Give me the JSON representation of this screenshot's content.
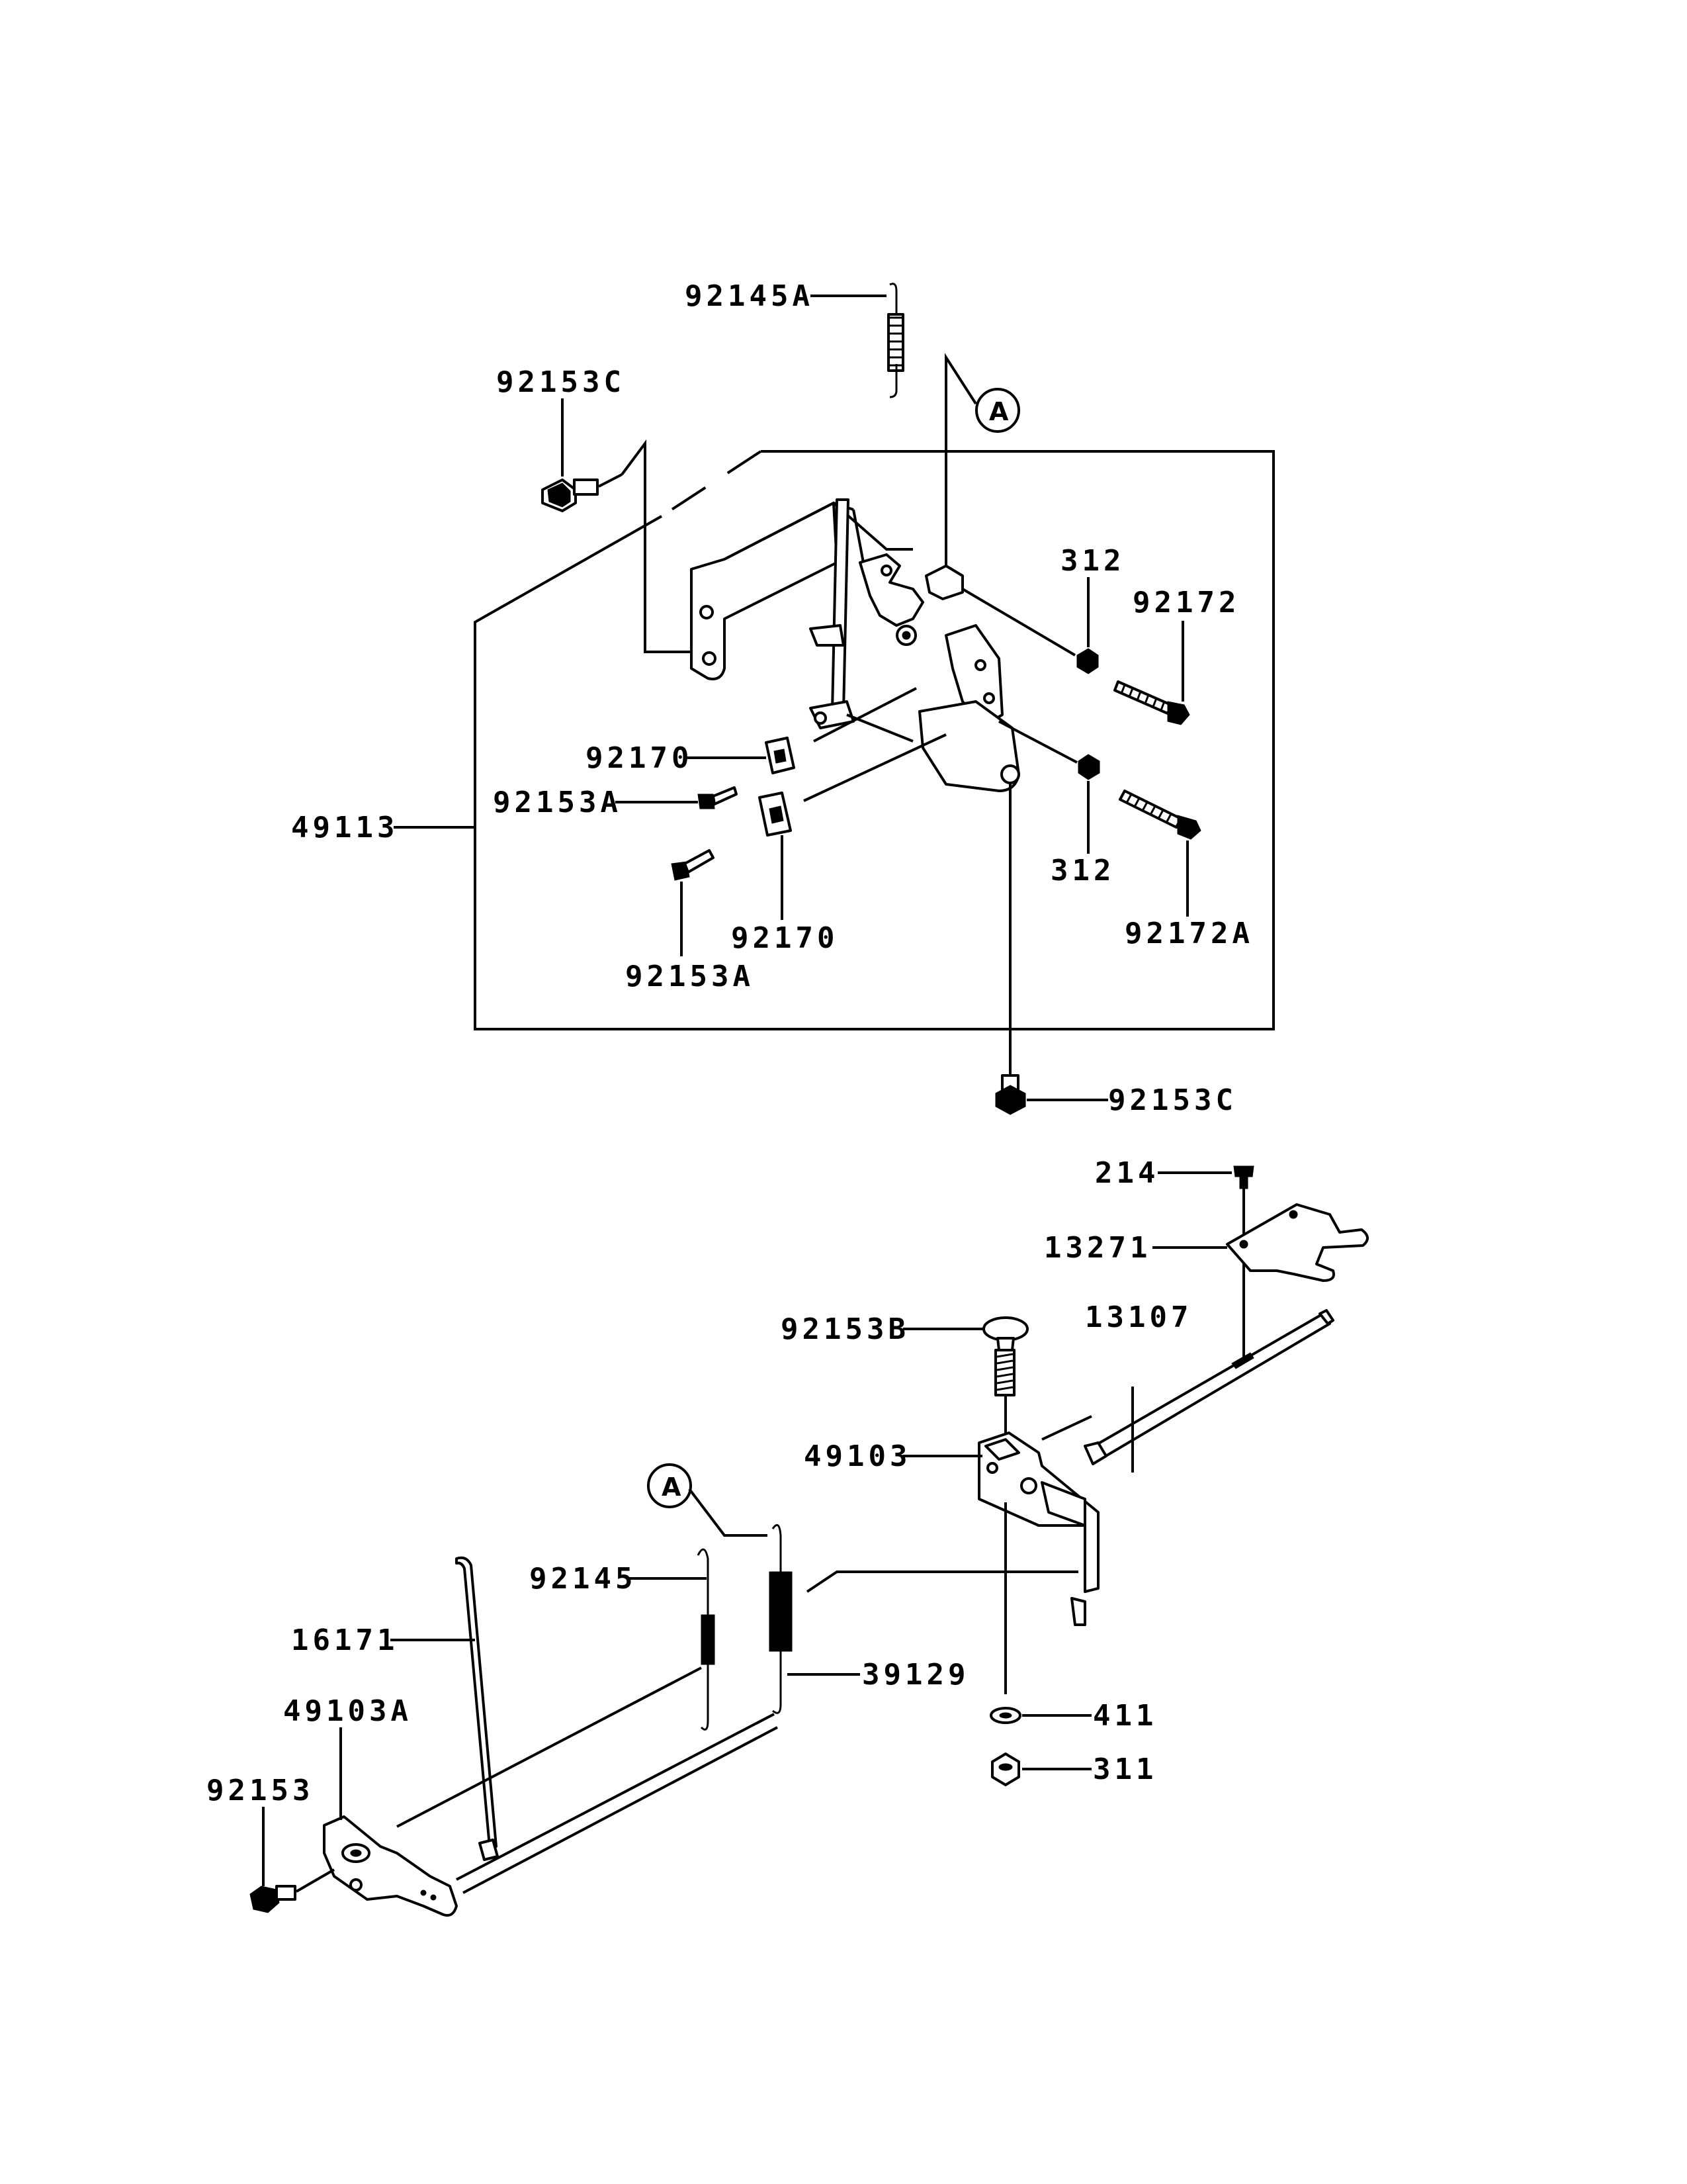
{
  "labels": {
    "p92145A": "92145A",
    "p92153C_top": "92153C",
    "p312_a": "312",
    "p92172": "92172",
    "p92170_a": "92170",
    "p92153A_a": "92153A",
    "p49113": "49113",
    "p312_b": "312",
    "p92172A": "92172A",
    "p92170_b": "92170",
    "p92153A_b": "92153A",
    "p92153C_bot": "92153C",
    "p214": "214",
    "p13271": "13271",
    "p92153B": "92153B",
    "p13107": "13107",
    "p49103": "49103",
    "p92145": "92145",
    "p16171": "16171",
    "p39129": "39129",
    "p49103A": "49103A",
    "p92153": "92153",
    "p411": "411",
    "p311": "311"
  },
  "callouts": {
    "top": "A",
    "bottom": "A"
  }
}
